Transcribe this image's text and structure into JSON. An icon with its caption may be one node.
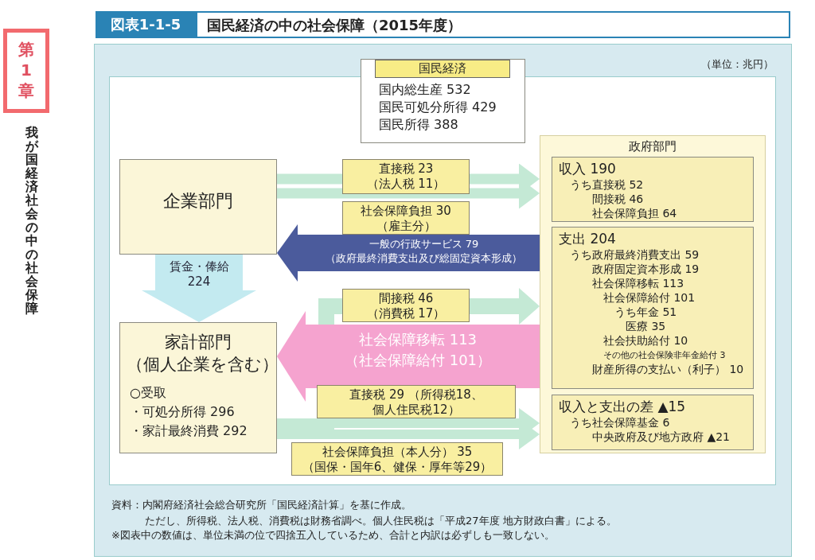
{
  "diagram": {
    "title": "国民経済の中の社会保障（2015年度）",
    "nodes": [
      {
        "text": [
          "国民経済",
          "国内総生産 532",
          "国民可処分所得 429",
          "国民所得 388"
        ]
      },
      {
        "text": [
          "企業部門"
        ]
      },
      {
        "text": [
          "家計部門（個人企業を含む）",
          "○受取",
          "・可処分所得 296",
          "・家計最終消費 292"
        ]
      },
      {
        "text": [
          "政府部門"
        ]
      },
      {
        "text": [
          "収入 190",
          "うち直接税 52",
          "間接税 46",
          "社会保障負担 64"
        ],
        "in": 3
      },
      {
        "text": [
          "支出 204",
          "うち政府最終消費支出 59",
          "政府固定資本形成 19",
          "社会保障移転 113",
          "社会保障給付 101",
          "うち年金 51",
          "医療 35",
          "社会扶助給付 10",
          "その他の社会保険非年金給付 3",
          "財産所得の支払い（利子） 10"
        ],
        "in": 3
      },
      {
        "text": [
          "収入と支出の差 ▲15",
          "うち社会保障基金 6",
          "中央政府及び地方政府 ▲21"
        ],
        "in": 3
      }
    ],
    "edges": [
      {
        "from": 1,
        "to": 3,
        "arrow": "to",
        "label": "直接税 23 （法人税 11）"
      },
      {
        "from": 1,
        "to": 3,
        "arrow": "to",
        "label": "社会保障負担 30 （雇主分）"
      },
      {
        "from": 3,
        "to": 1,
        "arrow": "to",
        "label": "一般の行政サービス 79 （政府最終消費支出及び総固定資本形成）",
        "style": "thick",
        "color": "#4b5b9c"
      },
      {
        "from": 2,
        "to": 3,
        "arrow": "to",
        "label": "間接税 46 （消費税 17）"
      },
      {
        "from": 3,
        "to": 2,
        "arrow": "to",
        "label": "社会保障移転 113 （社会保障給付 101）",
        "style": "thick",
        "color": "#f5a3cf"
      },
      {
        "from": 2,
        "to": 3,
        "arrow": "to",
        "label": "直接税 29 （所得税18、個人住民税12）"
      },
      {
        "from": 2,
        "to": 3,
        "arrow": "to",
        "label": "社会保障負担（本人分） 35 （国保・国年6、健保・厚年等29）"
      },
      {
        "from": 1,
        "to": 2,
        "arrow": "to",
        "label": "賃金・俸給 224",
        "style": "thick",
        "color": "#c3eaf0"
      }
    ],
    "labels": [
      "第 1 章",
      "我が国経済社会の中の社会保障",
      "図表1-1-5",
      "（単位：兆円）",
      "資料：内閣府経済社会総合研究所「国民経済計算」を基に作成。",
      "ただし、所得税、法人税、消費税は財務省調べ。個人住民税は「平成27年度 地方財政白書」による。",
      "※図表中の数値は、単位未満の位で四捨五入しているため、合計と内訳は必ずしも一致しない。"
    ]
  }
}
